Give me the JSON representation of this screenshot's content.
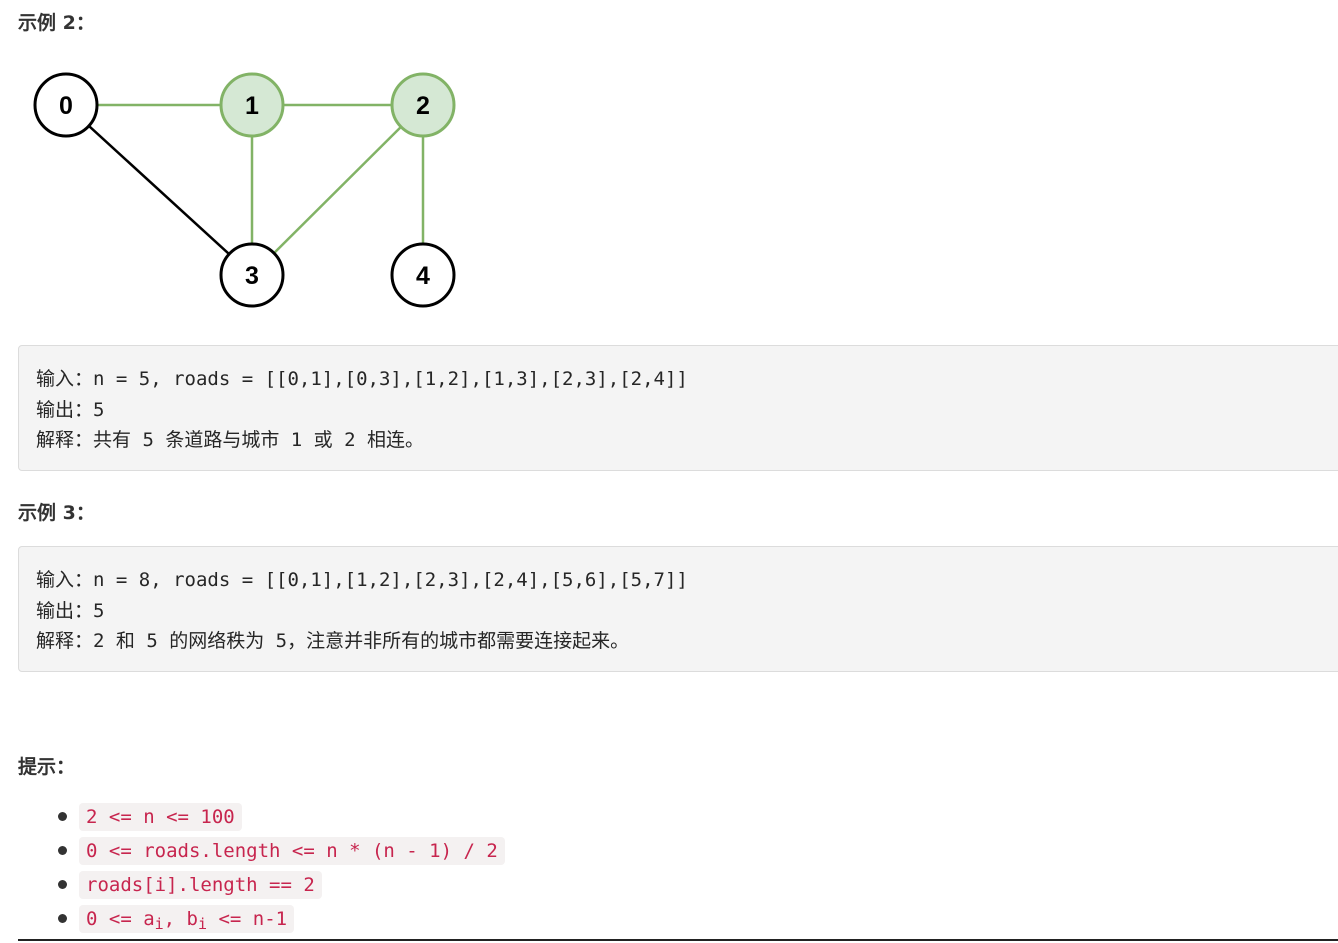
{
  "example2": {
    "heading": "示例 2：",
    "graph": {
      "nodes": [
        {
          "id": "0",
          "highlight": false
        },
        {
          "id": "1",
          "highlight": true
        },
        {
          "id": "2",
          "highlight": true
        },
        {
          "id": "3",
          "highlight": false
        },
        {
          "id": "4",
          "highlight": false
        }
      ],
      "edges": [
        {
          "from": "0",
          "to": "1",
          "highlight": true
        },
        {
          "from": "1",
          "to": "2",
          "highlight": true
        },
        {
          "from": "0",
          "to": "3",
          "highlight": false
        },
        {
          "from": "1",
          "to": "3",
          "highlight": true
        },
        {
          "from": "2",
          "to": "3",
          "highlight": true
        },
        {
          "from": "2",
          "to": "4",
          "highlight": true
        }
      ],
      "colors": {
        "highlight_fill": "#d5e8d4",
        "highlight_stroke": "#82b366",
        "normal_fill": "#ffffff",
        "normal_stroke": "#000000"
      }
    },
    "input_label": "输入：",
    "input_value": "n = 5, roads = [[0,1],[0,3],[1,2],[1,3],[2,3],[2,4]]",
    "output_label": "输出：",
    "output_value": "5",
    "explain_label": "解释：",
    "explain_value": "共有 5 条道路与城市 1 或 2 相连。"
  },
  "example3": {
    "heading": "示例 3：",
    "input_label": "输入：",
    "input_value": "n = 8, roads = [[0,1],[1,2],[2,3],[2,4],[5,6],[5,7]]",
    "output_label": "输出：",
    "output_value": "5",
    "explain_label": "解释：",
    "explain_value": "2 和 5 的网络秩为 5，注意并非所有的城市都需要连接起来。"
  },
  "tips": {
    "heading": "提示：",
    "items": [
      "2 <= n <= 100",
      "0 <= roads.length <= n * (n - 1) / 2",
      "roads[i].length == 2"
    ],
    "last_item": {
      "before": "0 <= a",
      "sub_a": "i",
      "middle": ", b",
      "sub_b": "i",
      "after": " <= n-1"
    }
  }
}
